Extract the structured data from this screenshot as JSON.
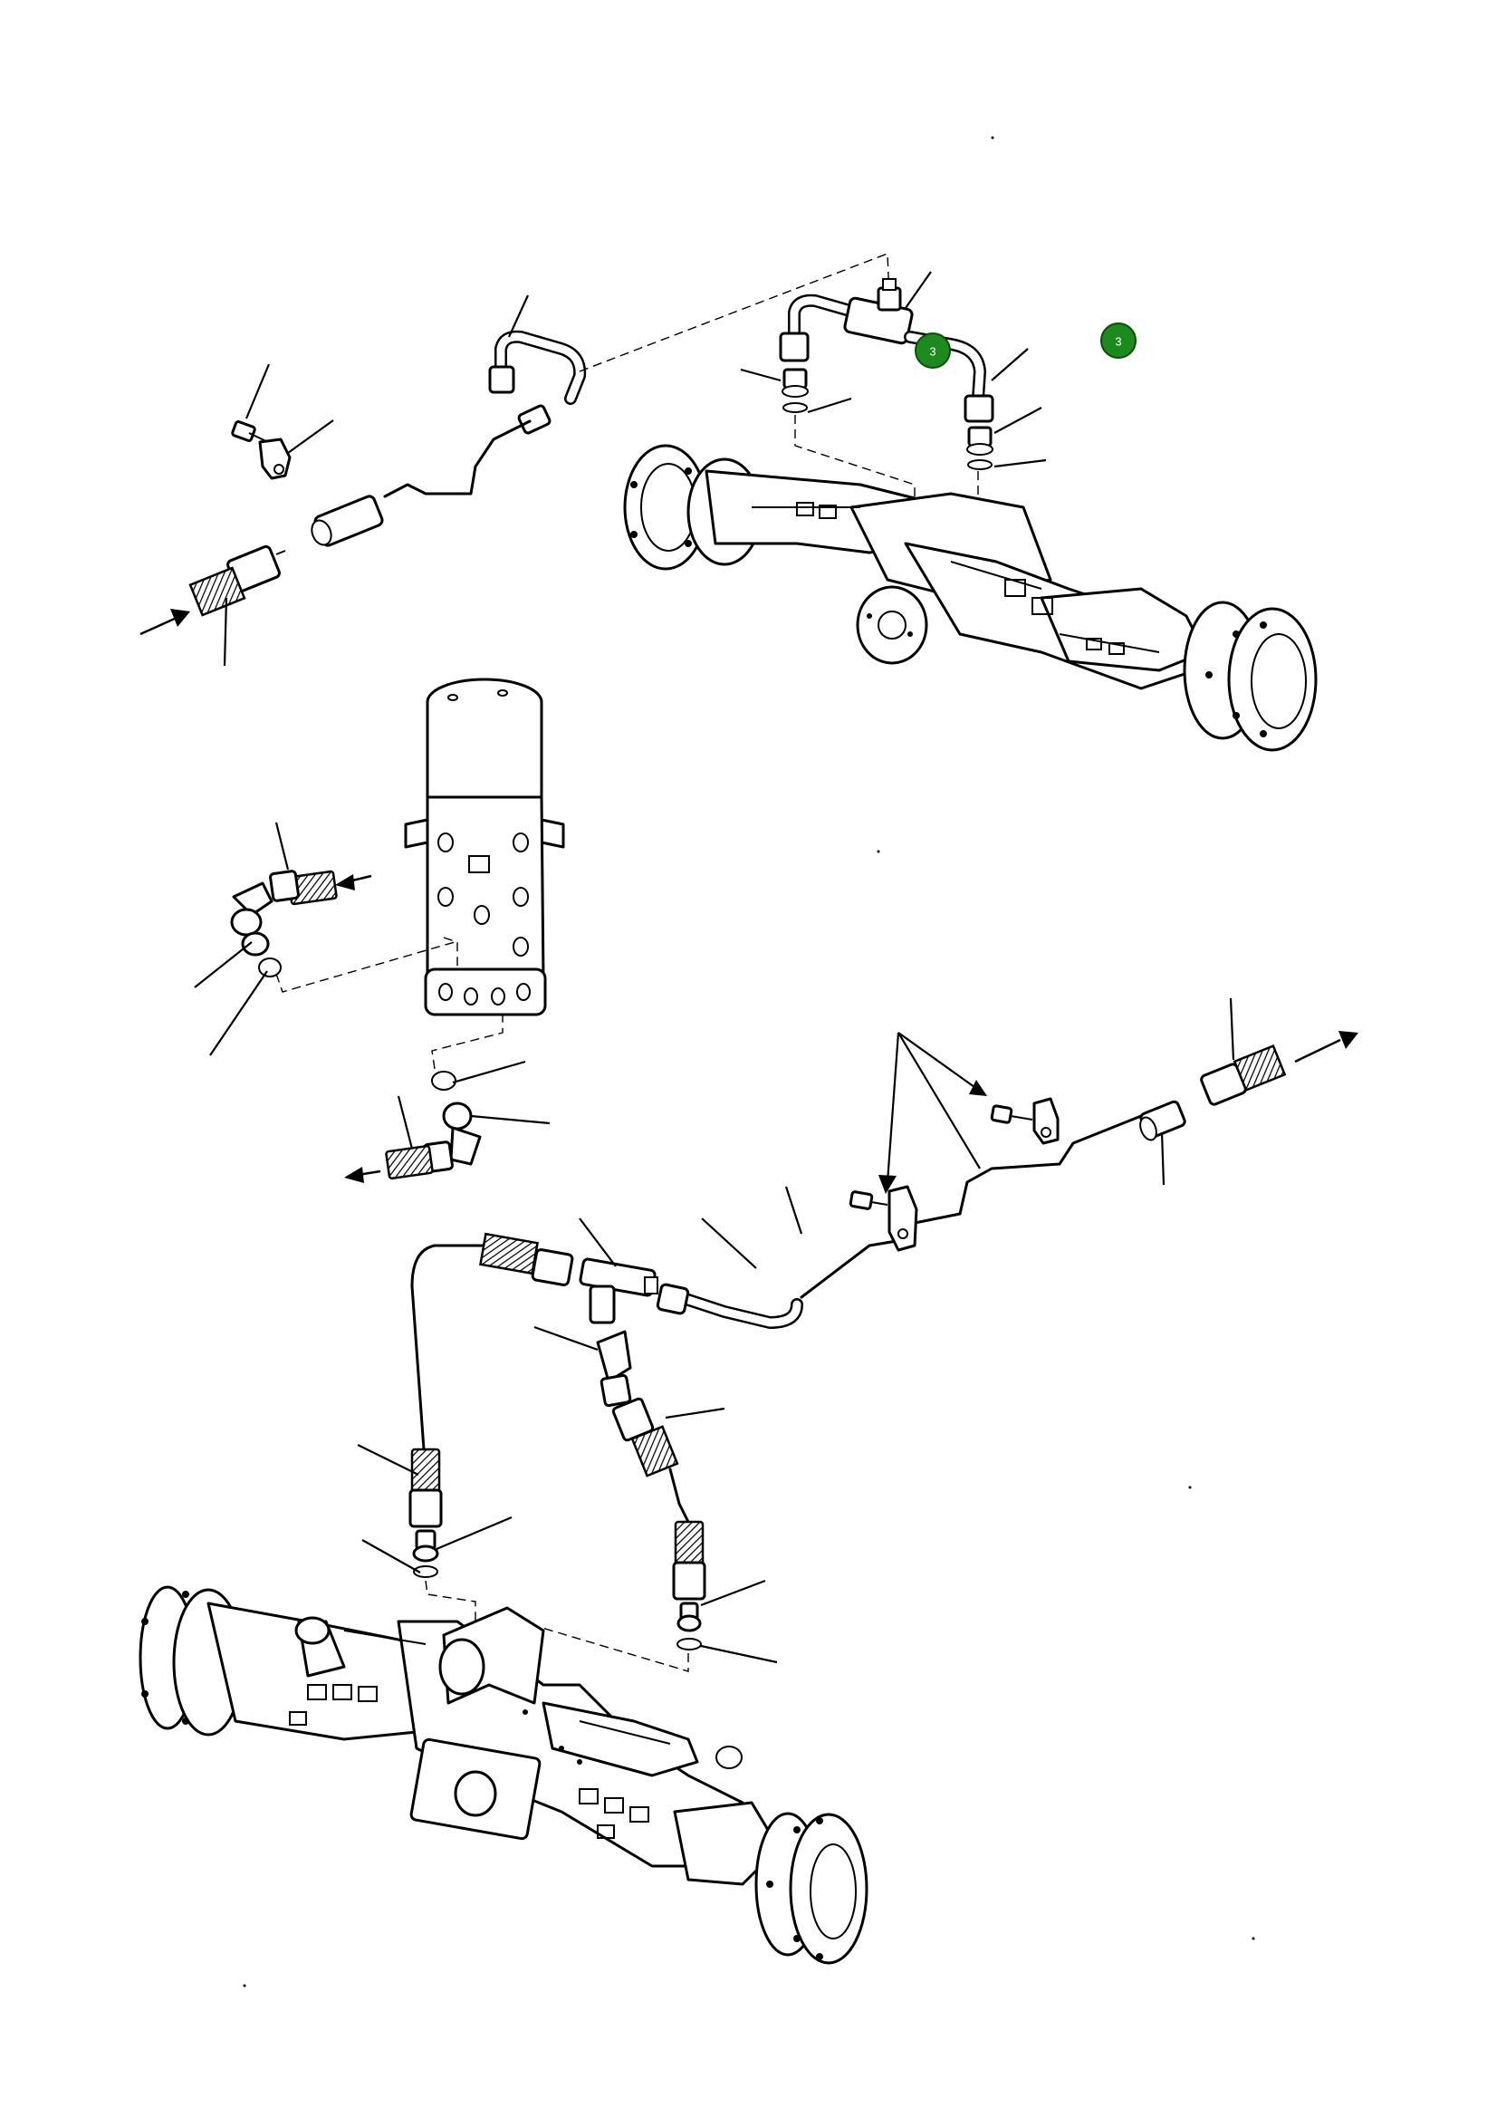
{
  "diagram": {
    "kind": "exploded hydraulic brake line assembly (front axle, valve, rear axle)",
    "callouts": [
      {
        "label": "3",
        "color": "#1d8a1d"
      },
      {
        "label": "3",
        "color": "#1d8a1d"
      }
    ]
  },
  "icons": {
    "flow_arrows": [
      "arrow-right-icon",
      "arrow-left-icon",
      "arrow-right-icon",
      "arrow-left-icon"
    ]
  }
}
